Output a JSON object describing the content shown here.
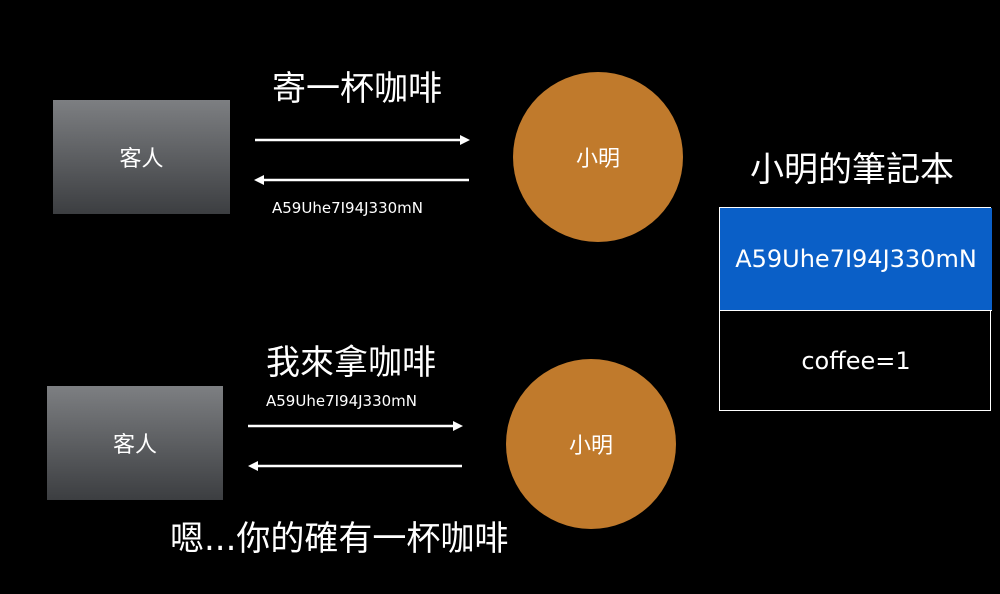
{
  "colors": {
    "background": "#000000",
    "box_top": "#7d7f82",
    "box_bottom": "#3c3e41",
    "circle": "#c07a2c",
    "token_cell": "#0a5fc7",
    "line": "#ffffff"
  },
  "scene1": {
    "customer_label": "客人",
    "request_label": "寄一杯咖啡",
    "response_label": "A59Uhe7I94J330mN",
    "server_label": "小明"
  },
  "scene2": {
    "customer_label": "客人",
    "request_label": "我來拿咖啡",
    "request_token": "A59Uhe7I94J330mN",
    "server_label": "小明",
    "reply_label": "嗯...你的確有一杯咖啡"
  },
  "notebook": {
    "title": "小明的筆記本",
    "key": "A59Uhe7I94J330mN",
    "value": "coffee=1"
  }
}
